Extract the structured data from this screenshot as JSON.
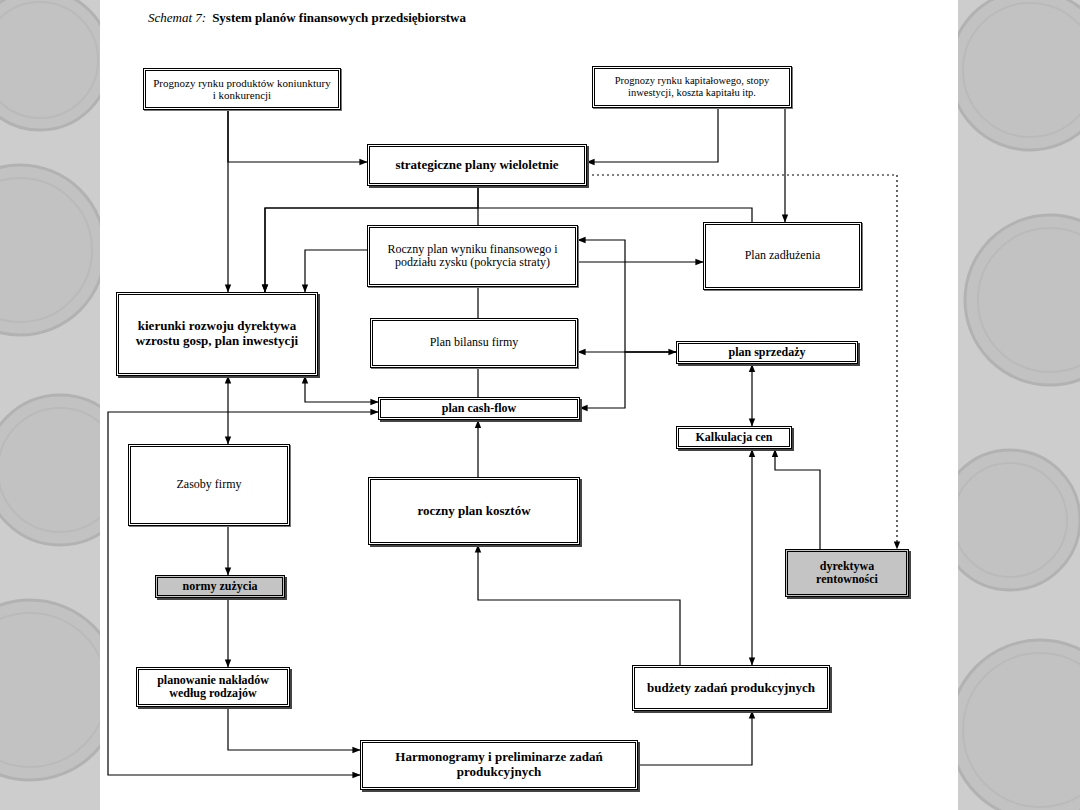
{
  "diagram": {
    "title": "System planów finansowych przedsiębiorstwa",
    "nodes": [
      {
        "text": [
          "Prognozy rynku produktów koniunktury i konkurencji"
        ]
      },
      {
        "text": [
          "Prognozy rynku kapitałowego, stopy inwestycji, koszta kapitału itp."
        ]
      },
      {
        "text": [
          "strategiczne plany wieloletnie"
        ]
      },
      {
        "text": [
          "Roczny plan wyniku finansowego i podziału zysku (pokrycia straty)"
        ]
      },
      {
        "text": [
          "Plan zadłużenia"
        ]
      },
      {
        "text": [
          "kierunki rozwoju dyrektywa wzrostu gosp, plan inwestycji"
        ]
      },
      {
        "text": [
          "Plan bilansu firmy"
        ]
      },
      {
        "text": [
          "plan sprzedaży"
        ]
      },
      {
        "text": [
          "plan cash-flow"
        ]
      },
      {
        "text": [
          "Kalkulacja cen"
        ]
      },
      {
        "text": [
          "Zasoby firmy"
        ]
      },
      {
        "text": [
          "roczny plan kosztów"
        ]
      },
      {
        "text": [
          "normy zużycia"
        ]
      },
      {
        "text": [
          "dyrektywa rentowności"
        ]
      },
      {
        "text": [
          "planowanie nakładów według rodzajów"
        ]
      },
      {
        "text": [
          "budżety zadań produkcyjnych"
        ]
      },
      {
        "text": [
          "Harmonogramy i preliminarze zadań produkcyjnych"
        ]
      }
    ],
    "edges": [
      {
        "from": 0,
        "to": 2,
        "arrow": "to"
      },
      {
        "from": 0,
        "to": 5,
        "arrow": "to"
      },
      {
        "from": 1,
        "to": 2,
        "arrow": "to"
      },
      {
        "from": 1,
        "to": 4,
        "arrow": "to"
      },
      {
        "from": 2,
        "to": 13,
        "arrow": "to"
      },
      {
        "from": 2,
        "to": 3,
        "arrow": "none"
      },
      {
        "from": 2,
        "to": 5,
        "arrow": "to"
      },
      {
        "from": 4,
        "to": 5,
        "arrow": "to"
      },
      {
        "from": 3,
        "to": 5,
        "arrow": "to"
      },
      {
        "from": 3,
        "to": 4,
        "arrow": "to"
      },
      {
        "from": 3,
        "to": 6,
        "arrow": "none"
      },
      {
        "from": 7,
        "to": 3,
        "arrow": "to"
      },
      {
        "from": 6,
        "to": 7,
        "arrow": "both"
      },
      {
        "from": 7,
        "to": 8,
        "arrow": "to"
      },
      {
        "from": 6,
        "to": 8,
        "arrow": "none"
      },
      {
        "from": 11,
        "to": 8,
        "arrow": "to"
      },
      {
        "from": 5,
        "to": 8,
        "arrow": "both"
      },
      {
        "from": 16,
        "to": 8,
        "arrow": "both"
      },
      {
        "from": 5,
        "to": 10,
        "arrow": "both"
      },
      {
        "from": 10,
        "to": 12,
        "arrow": "to"
      },
      {
        "from": 12,
        "to": 14,
        "arrow": "to"
      },
      {
        "from": 14,
        "to": 16,
        "arrow": "to"
      },
      {
        "from": 16,
        "to": 15,
        "arrow": "to"
      },
      {
        "from": 15,
        "to": 11,
        "arrow": "to"
      },
      {
        "from": 9,
        "to": 15,
        "arrow": "both"
      },
      {
        "from": 7,
        "to": 9,
        "arrow": "both"
      },
      {
        "from": 13,
        "to": 9,
        "arrow": "to"
      }
    ],
    "labels": [
      "Schemat 7:"
    ]
  }
}
